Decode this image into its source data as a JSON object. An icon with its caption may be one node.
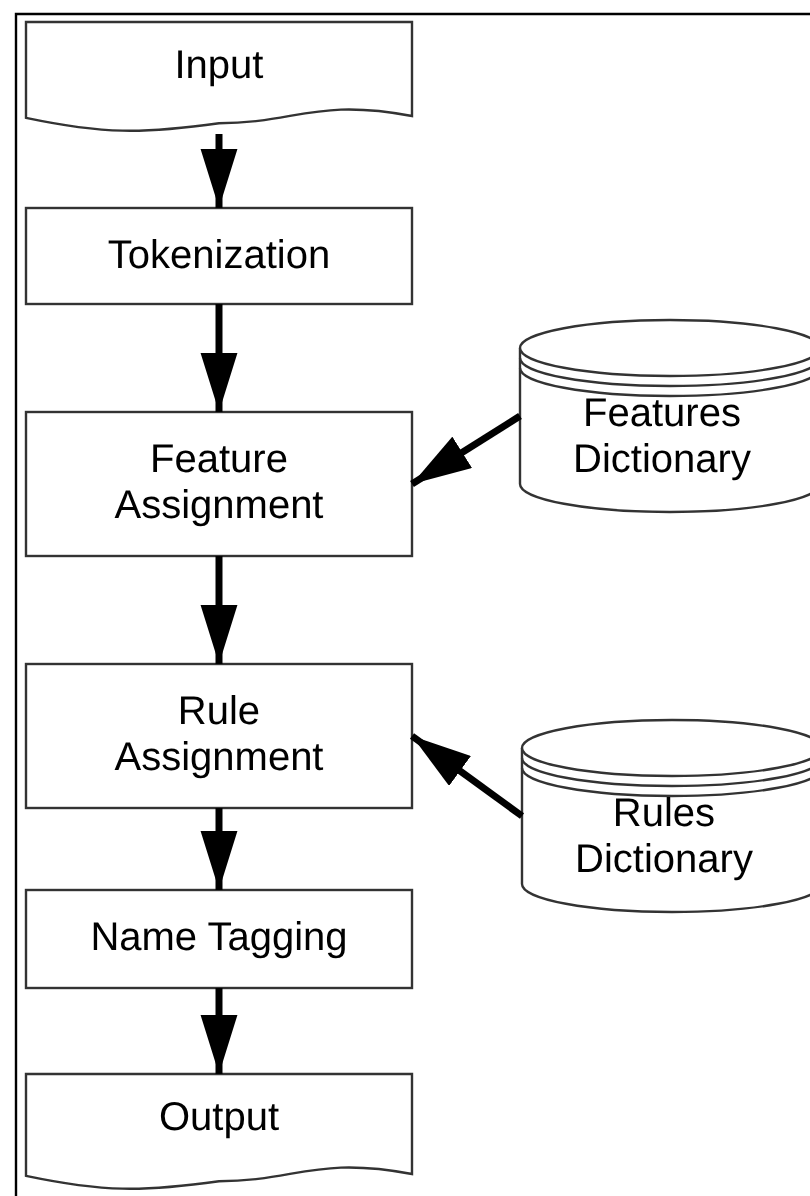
{
  "diagram": {
    "nodes": [
      {
        "text": [
          "Input"
        ]
      },
      {
        "text": [
          "Tokenization"
        ]
      },
      {
        "text": [
          "Feature Assignment"
        ]
      },
      {
        "text": [
          "Features Dictionary"
        ]
      },
      {
        "text": [
          "Rule Assignment"
        ]
      },
      {
        "text": [
          "Rules Dictionary"
        ]
      },
      {
        "text": [
          "Name Tagging"
        ]
      },
      {
        "text": [
          "Output"
        ]
      }
    ],
    "edges": [
      {
        "from": 0,
        "to": 1,
        "arrow": "to"
      },
      {
        "from": 1,
        "to": 2,
        "arrow": "to"
      },
      {
        "from": 3,
        "to": 2,
        "arrow": "to"
      },
      {
        "from": 2,
        "to": 4,
        "arrow": "to"
      },
      {
        "from": 5,
        "to": 4,
        "arrow": "to"
      },
      {
        "from": 4,
        "to": 6,
        "arrow": "to"
      },
      {
        "from": 6,
        "to": 7,
        "arrow": "to"
      }
    ]
  }
}
